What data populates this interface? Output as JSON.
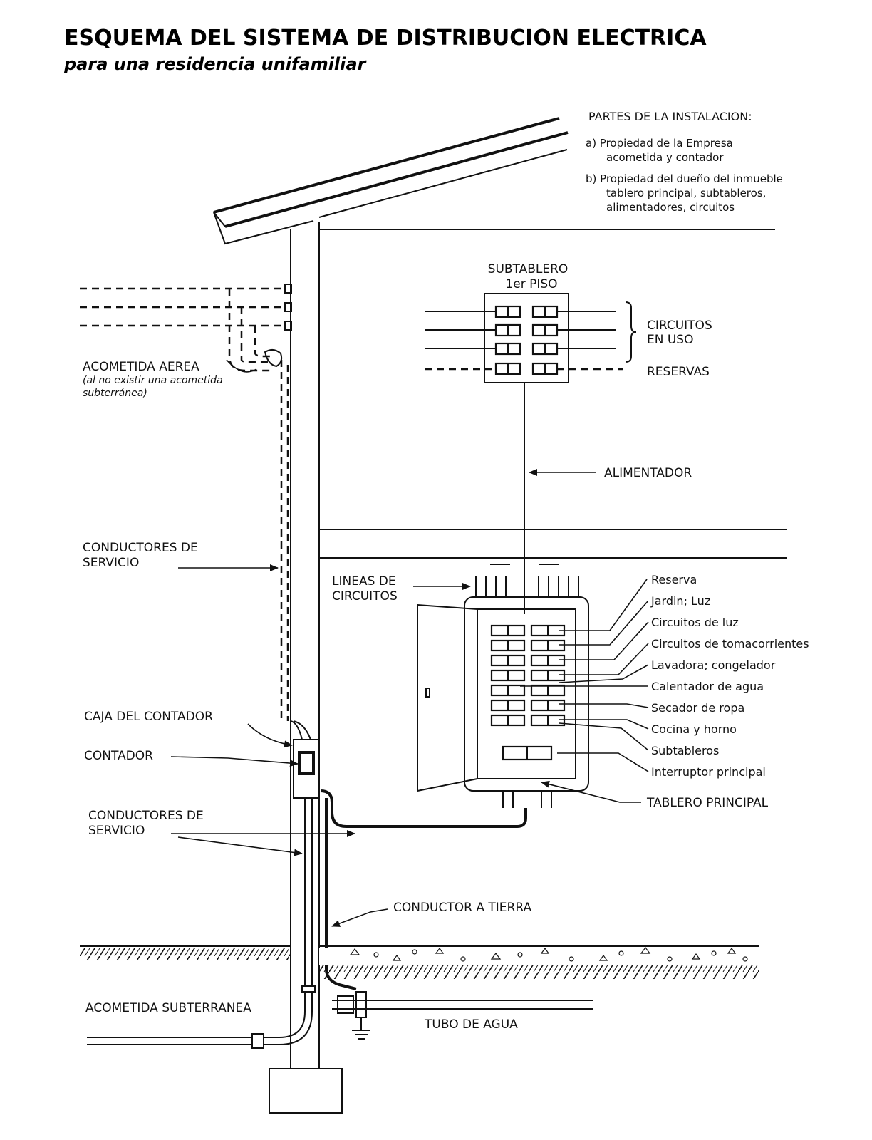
{
  "title": "ESQUEMA DEL SISTEMA DE DISTRIBUCION ELECTRICA",
  "subtitle": "para una residencia unifamiliar",
  "partes": {
    "heading": "PARTES DE LA INSTALACION:",
    "a_line1": "a)  Propiedad de la Empresa",
    "a_line2": "acometida y contador",
    "b_line1": "b)  Propiedad del dueño del inmueble",
    "b_line2": "tablero principal, subtableros,",
    "b_line3": "alimentadores, circuitos"
  },
  "subtablero": {
    "label_line1": "SUBTABLERO",
    "label_line2": "1er PISO",
    "circuitos_line1": "CIRCUITOS",
    "circuitos_line2": "EN USO",
    "reservas": "RESERVAS"
  },
  "alimentador": "ALIMENTADOR",
  "acometida_aerea": {
    "line1": "ACOMETIDA AEREA",
    "line2": "(al no existir una acometida",
    "line3": "subterránea)"
  },
  "conductores_servicio_top": {
    "line1": "CONDUCTORES DE",
    "line2": "SERVICIO"
  },
  "lineas_circuitos": {
    "line1": "LINEAS DE",
    "line2": "CIRCUITOS"
  },
  "caja_contador": "CAJA DEL CONTADOR",
  "contador": "CONTADOR",
  "conductores_servicio_bottom": {
    "line1": "CONDUCTORES DE",
    "line2": "SERVICIO"
  },
  "conductor_tierra": "CONDUCTOR A TIERRA",
  "acometida_subterranea": "ACOMETIDA SUBTERRANEA",
  "tubo_agua": "TUBO DE AGUA",
  "tablero_principal": "TABLERO PRINCIPAL",
  "breaker_labels": [
    "Reserva",
    "Jardin; Luz",
    "Circuitos de luz",
    "Circuitos de tomacorrientes",
    "Lavadora; congelador",
    "Calentador de agua",
    "Secador de ropa",
    "Cocina y horno",
    "Subtableros",
    "Interruptor principal"
  ]
}
